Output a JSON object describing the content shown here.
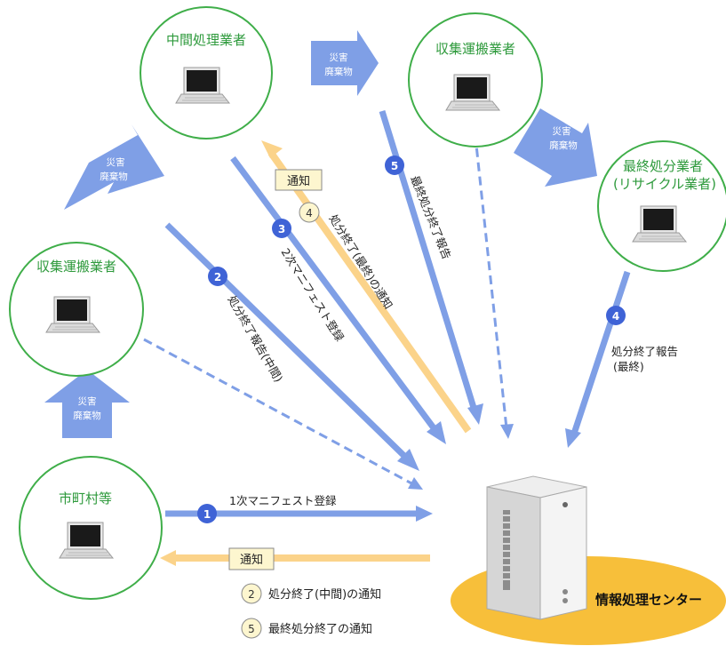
{
  "colors": {
    "node_border": "#3fae49",
    "node_text": "#2e9a3c",
    "blue_arrow": "#7f9fe6",
    "orange_arrow": "#fbd38a",
    "badge_blue": "#3f63d6",
    "badge_yellow": "#fdf6cf",
    "center_ellipse": "#f7bf3a"
  },
  "nodes": {
    "intermediate": "中間処理業者",
    "collector_top": "収集運搬業者",
    "final_line1": "最終処分業者",
    "final_line2": "(リサイクル業者)",
    "collector_left": "収集運搬業者",
    "municipality": "市町村等",
    "center": "情報処理センター"
  },
  "waste_label_line1": "災害",
  "waste_label_line2": "廃棄物",
  "flows": {
    "f1": "1次マニフェスト登録",
    "f2": "処分終了報告(中間)",
    "f3": "2次マニフェスト登録",
    "f4_final": "処分終了(最終)の通知",
    "f5": "最終処分終了報告",
    "f4_report_line1": "処分終了報告",
    "f4_report_line2": "(最終)"
  },
  "badges": {
    "b1": "1",
    "b2": "2",
    "b3": "3",
    "b4": "4",
    "b5": "5"
  },
  "notify_label": "通知",
  "legend": {
    "item2": "処分終了(中間)の通知",
    "item5": "最終処分終了の通知"
  }
}
